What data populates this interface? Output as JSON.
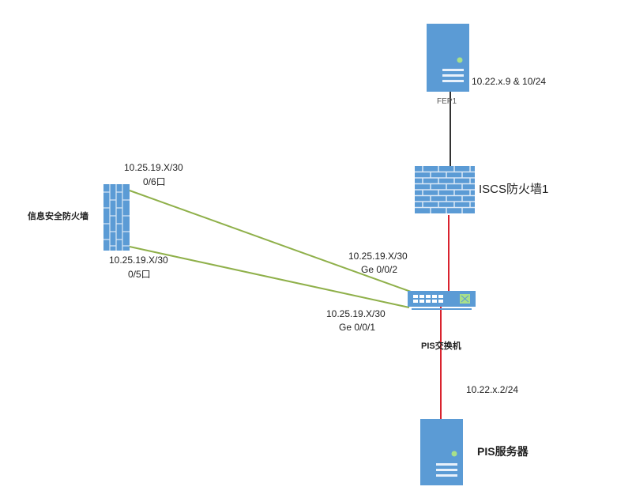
{
  "colors": {
    "device_fill": "#5b9bd5",
    "device_stroke": "#4a86c0",
    "trunk_link": "#333333",
    "red_link": "#d9232e",
    "green_link": "#8fb04a",
    "led": "#a8e08a",
    "switch_port": "#ffffff"
  },
  "nodes": {
    "fep1": {
      "name": "FEP1",
      "ip": "10.22.x.9 & 10/24",
      "icon": "server-icon"
    },
    "iscs_fw": {
      "name": "ISCS防火墙1",
      "icon": "firewall-icon"
    },
    "pis_switch": {
      "name": "PIS交换机",
      "icon": "switch-icon"
    },
    "pis_server": {
      "name": "PIS服务器",
      "ip": "10.22.x.2/24",
      "icon": "server-icon"
    },
    "infosec_fw": {
      "name": "信息安全防火墙",
      "icon": "firewall-icon"
    }
  },
  "links": [
    {
      "from": "infosec_fw",
      "to": "pis_switch",
      "from_ip": "10.25.19.X/30",
      "from_port": "0/6口",
      "to_ip": "10.25.19.X/30",
      "to_port": "Ge 0/0/2"
    },
    {
      "from": "infosec_fw",
      "to": "pis_switch",
      "from_ip": "10.25.19.X/30",
      "from_port": "0/5口",
      "to_ip": "10.25.19.X/30",
      "to_port": "Ge 0/0/1"
    },
    {
      "from": "fep1",
      "to": "iscs_fw"
    },
    {
      "from": "iscs_fw",
      "to": "pis_switch"
    },
    {
      "from": "pis_switch",
      "to": "pis_server"
    }
  ]
}
